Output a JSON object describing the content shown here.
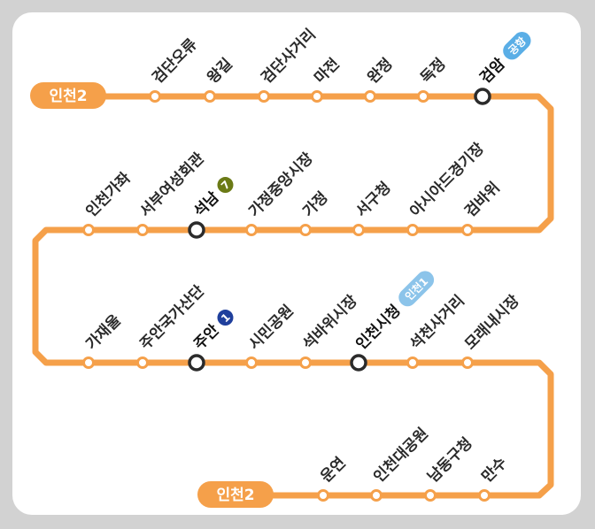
{
  "line": {
    "color": "#f5a04a",
    "terminus_color": "#f5a04a",
    "terminus_start": "인천2",
    "terminus_end": "인천2"
  },
  "rows": [
    {
      "row": 1,
      "stations": [
        {
          "name": "검단오류"
        },
        {
          "name": "왕길"
        },
        {
          "name": "검단사거리"
        },
        {
          "name": "마전"
        },
        {
          "name": "완정"
        },
        {
          "name": "독정"
        },
        {
          "name": "검암",
          "transfer": true,
          "badge": {
            "text": "공항",
            "color": "#5aaee6",
            "shape": "pill"
          }
        }
      ]
    },
    {
      "row": 2,
      "stations": [
        {
          "name": "인천가좌"
        },
        {
          "name": "서부여성회관"
        },
        {
          "name": "석남",
          "transfer": true,
          "badge": {
            "text": "7",
            "color": "#6b7a16",
            "shape": "circle"
          }
        },
        {
          "name": "가정중앙시장"
        },
        {
          "name": "가정"
        },
        {
          "name": "서구청"
        },
        {
          "name": "아시아드경기장"
        },
        {
          "name": "검바위"
        }
      ]
    },
    {
      "row": 3,
      "stations": [
        {
          "name": "가재울"
        },
        {
          "name": "주안국가산단"
        },
        {
          "name": "주안",
          "transfer": true,
          "badge": {
            "text": "1",
            "color": "#1f3f9c",
            "shape": "circle"
          }
        },
        {
          "name": "시민공원"
        },
        {
          "name": "석바위시장"
        },
        {
          "name": "인천시청",
          "transfer": true,
          "badge": {
            "text": "인천1",
            "color": "#8cc4ea",
            "shape": "pill"
          }
        },
        {
          "name": "석천사거리"
        },
        {
          "name": "모래내시장"
        }
      ]
    },
    {
      "row": 4,
      "stations": [
        {
          "name": "운연"
        },
        {
          "name": "인천대공원"
        },
        {
          "name": "남동구청"
        },
        {
          "name": "만수"
        }
      ]
    }
  ]
}
